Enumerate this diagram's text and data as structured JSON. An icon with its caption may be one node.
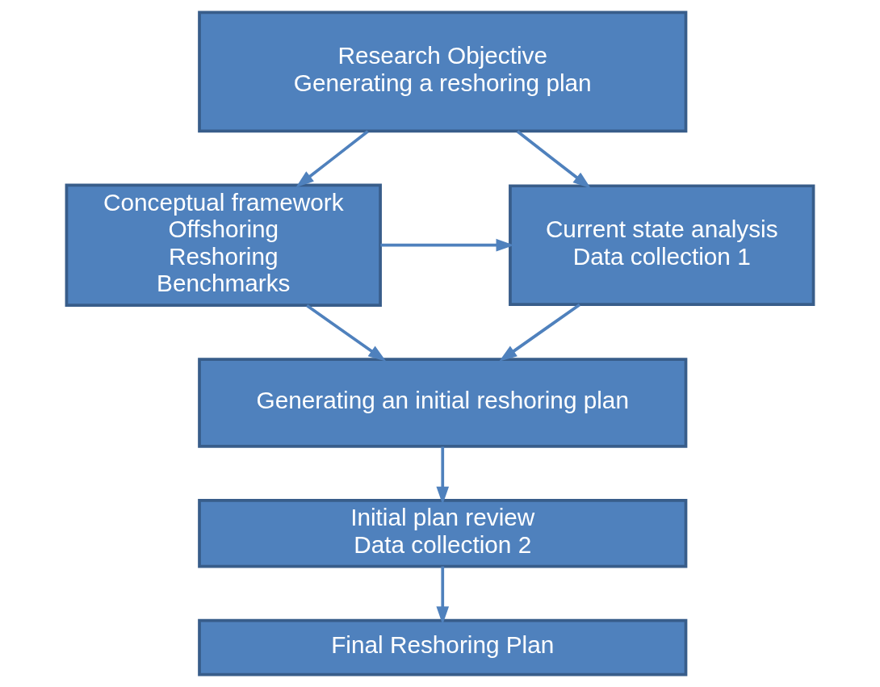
{
  "diagram": {
    "nodes": [
      {
        "text": [
          "Research Objective",
          "Generating a reshoring plan"
        ]
      },
      {
        "text": [
          "Conceptual framework",
          "Offshoring",
          "Reshoring",
          "Benchmarks"
        ]
      },
      {
        "text": [
          "Current state analysis",
          "Data collection 1"
        ]
      },
      {
        "text": [
          "Generating an initial reshoring plan"
        ]
      },
      {
        "text": [
          "Initial plan review",
          "Data collection 2"
        ]
      },
      {
        "text": [
          "Final Reshoring Plan"
        ]
      }
    ],
    "edges": [
      {
        "from": 0,
        "to": 1,
        "arrow": "to"
      },
      {
        "from": 0,
        "to": 2,
        "arrow": "to"
      },
      {
        "from": 1,
        "to": 2,
        "arrow": "to"
      },
      {
        "from": 1,
        "to": 3,
        "arrow": "to"
      },
      {
        "from": 2,
        "to": 3,
        "arrow": "to"
      },
      {
        "from": 3,
        "to": 4,
        "arrow": "to"
      },
      {
        "from": 4,
        "to": 5,
        "arrow": "to"
      }
    ]
  }
}
